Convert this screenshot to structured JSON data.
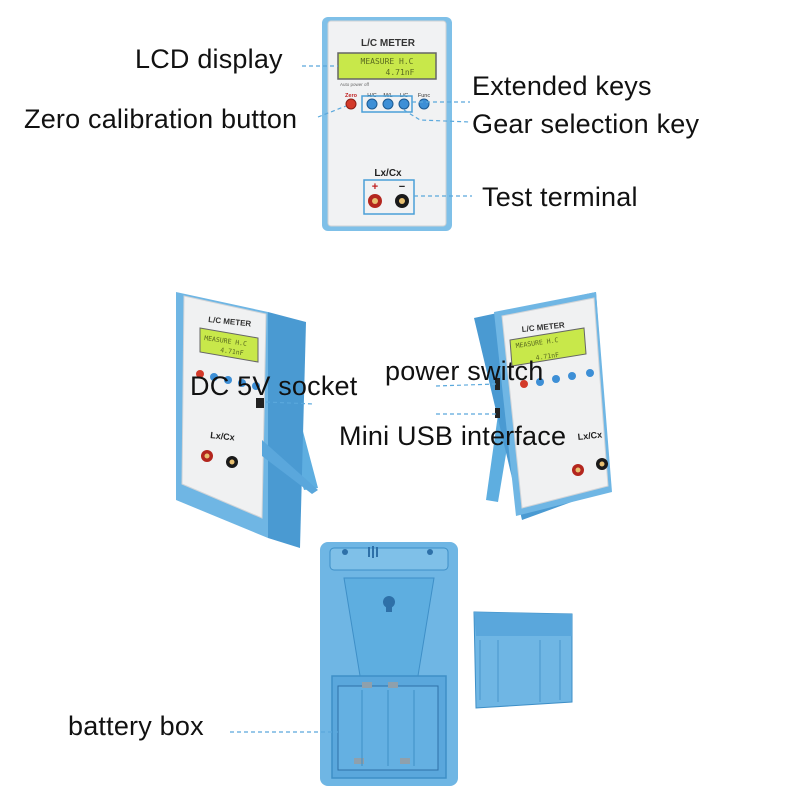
{
  "labels": {
    "lcd_display": "LCD display",
    "zero_calibration_button": "Zero calibration button",
    "extended_keys": "Extended keys",
    "gear_selection_key": "Gear selection key",
    "test_terminal": "Test terminal",
    "dc_socket": "DC 5V socket",
    "power_switch": "power switch",
    "mini_usb": "Mini USB interface",
    "battery_box": "battery box"
  },
  "device": {
    "title": "L/C METER",
    "lcd_line1": "MEASURE H.C",
    "lcd_line2": "4.71nF",
    "auto_power_off": "Auto power off",
    "keys": [
      "Zero",
      "H/C",
      "M/L",
      "L/C",
      "Func"
    ],
    "terminal_label": "Lx/Cx",
    "plus": "+",
    "minus": "−"
  },
  "colors": {
    "case_blue": "#6fb6e4",
    "case_dark": "#3e8fc7",
    "face": "#f1f2f3",
    "lcd": "#c8e84a",
    "leader": "#5aa8dc"
  }
}
